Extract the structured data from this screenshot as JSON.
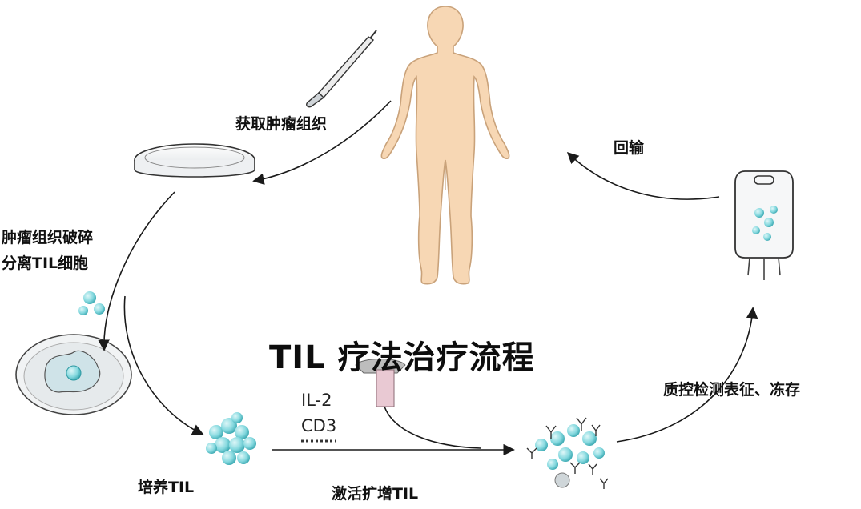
{
  "title": "TIL 疗法治疗流程",
  "steps": {
    "harvest": "获取肿瘤组织",
    "disrupt_line1": "肿瘤组织破碎",
    "disrupt_line2": "分离TIL细胞",
    "culture": "培养TIL",
    "activate": "激活扩增TIL",
    "qc": "质控检测表征、冻存",
    "reinfuse": "回输"
  },
  "reagents": [
    "IL-2",
    "CD3"
  ],
  "colors": {
    "skin": "#f7d7b4",
    "skin_outline": "#c9a27a",
    "cell_cyan": "#7fd6dc",
    "cell_dark": "#2f9aa3",
    "arrow": "#1a1a1a",
    "antibody": "#e9c9d3"
  },
  "icons": [
    "scalpel-icon",
    "petri-dish-icon",
    "human-body-icon",
    "culture-dish-icon",
    "cell-cluster-icon",
    "antibody-icon",
    "activated-cells-icon",
    "infusion-bag-icon"
  ]
}
